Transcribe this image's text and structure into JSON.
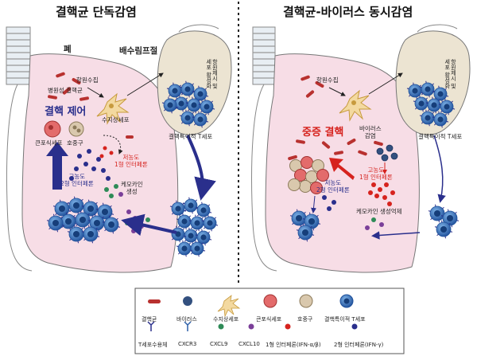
{
  "left_panel": {
    "title": "결핵균 단독감염",
    "lung_label": "폐",
    "lymph_label": "배수림프절",
    "recruit": "항원수집",
    "pathogen": "병원성 결핵균",
    "dendritic": "수지상세포",
    "control": "결핵 제어",
    "macrophage": "큰포식세포",
    "neutrophil": "호중구",
    "low_ifn": "저농도\n1형 인터페론",
    "high_ifn": "고농도\n2형 인터페론",
    "chemokine": "케모카인\n생성",
    "lymph_vertical": "항원제시 및\n세포 활성화",
    "tcell": "결핵특이적 T세포"
  },
  "right_panel": {
    "title": "결핵균-바이러스 동시감염",
    "recruit": "항원수집",
    "severe": "중증 결핵",
    "virus": "바이러스\n감염",
    "high_ifn1": "고농도\n1형 인터페론",
    "low_ifn2": "저농도\n2형 인터페론",
    "chemokine_suppress": "케모카인 생성억제",
    "lymph_vertical": "항원제시 및\n세포 활성화",
    "tcell": "결핵특이적 T세포"
  },
  "legend": {
    "row1": [
      "결핵균",
      "바이러스",
      "수지상세포",
      "큰포식세포",
      "호중구",
      "결핵특이적 T세포"
    ],
    "row2": [
      "T세포수용체",
      "CXCR3",
      "CXCL9",
      "CXCL10",
      "1형 인터페론(IFN-α/β)",
      "2형 인터페론(IFN-γ)"
    ]
  },
  "colors": {
    "lung_fill": "#f7dde6",
    "lymph_fill": "#ece4d2",
    "tb_bacteria": "#b8312f",
    "tcell": "#2b5fa8",
    "virus": "#33507f",
    "cxcl9": "#2e8b57",
    "cxcl10": "#7b3f99",
    "ifn1": "#d6231e",
    "ifn2": "#2a2f8c",
    "arrow_navy": "#2a2f8c",
    "arrow_red": "#d6231e"
  }
}
